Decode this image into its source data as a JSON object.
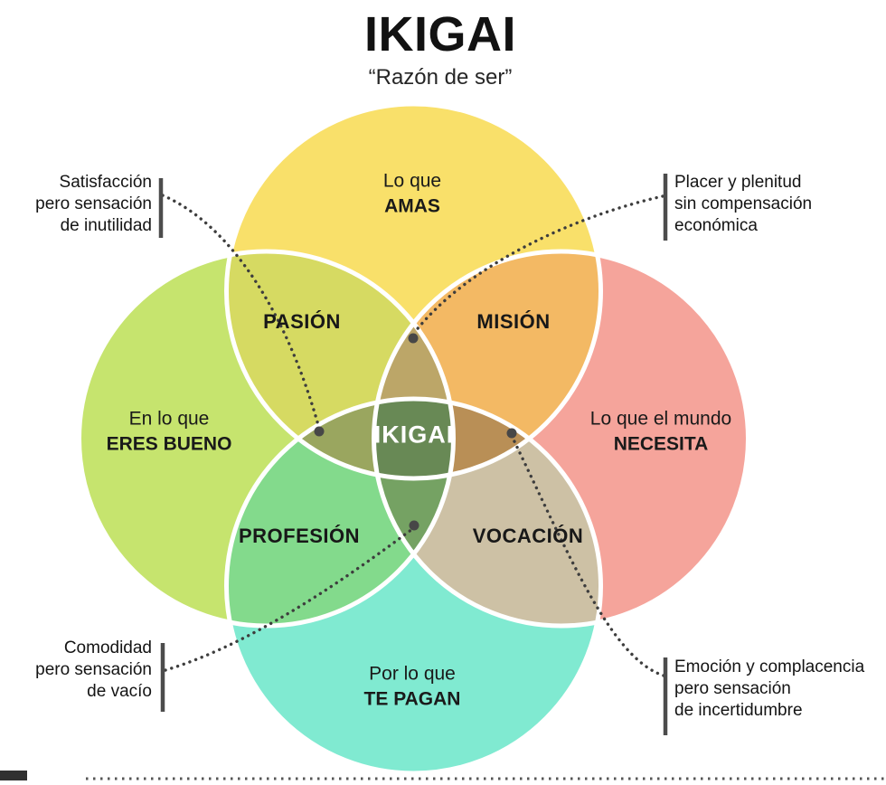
{
  "title": "IKIGAI",
  "subtitle": "“Razón de ser”",
  "circles": {
    "top": {
      "pre": "Lo que",
      "label": "AMAS",
      "color": "#F9E06A"
    },
    "left": {
      "pre": "En lo que",
      "label": "ERES BUENO",
      "color": "#C6E46E"
    },
    "right": {
      "pre": "Lo que el mundo",
      "label": "NECESITA",
      "color": "#F5A49B"
    },
    "bottom": {
      "pre": "Por lo que",
      "label": "TE PAGAN",
      "color": "#80EAD1"
    }
  },
  "overlaps": {
    "pasion": {
      "label": "PASIÓN",
      "color": "#D6DA62"
    },
    "mision": {
      "label": "MISIÓN",
      "color": "#F3B964"
    },
    "profesion": {
      "label": "PROFESIÓN",
      "color": "#83DA8C"
    },
    "vocacion": {
      "label": "VOCACIÓN",
      "color": "#CDC1A5"
    },
    "center": {
      "label": "IKIGAI",
      "color": "#688955"
    }
  },
  "blend_zones": {
    "top": {
      "color": "#BCA668"
    },
    "left": {
      "color": "#9AA65F"
    },
    "right": {
      "color": "#B98F56"
    },
    "bottom": {
      "color": "#75A263"
    }
  },
  "annotations": {
    "top_left": {
      "lines": [
        "Satisfacción",
        "pero sensación",
        "de inutilidad"
      ]
    },
    "top_right": {
      "lines": [
        "Placer y plenitud",
        "sin compensación",
        "económica"
      ]
    },
    "bottom_left": {
      "lines": [
        "Comodidad",
        "pero sensación",
        "de vacío"
      ]
    },
    "bottom_right": {
      "lines": [
        "Emoción y complacencia",
        "pero sensación",
        "de incertidumbre"
      ]
    }
  }
}
